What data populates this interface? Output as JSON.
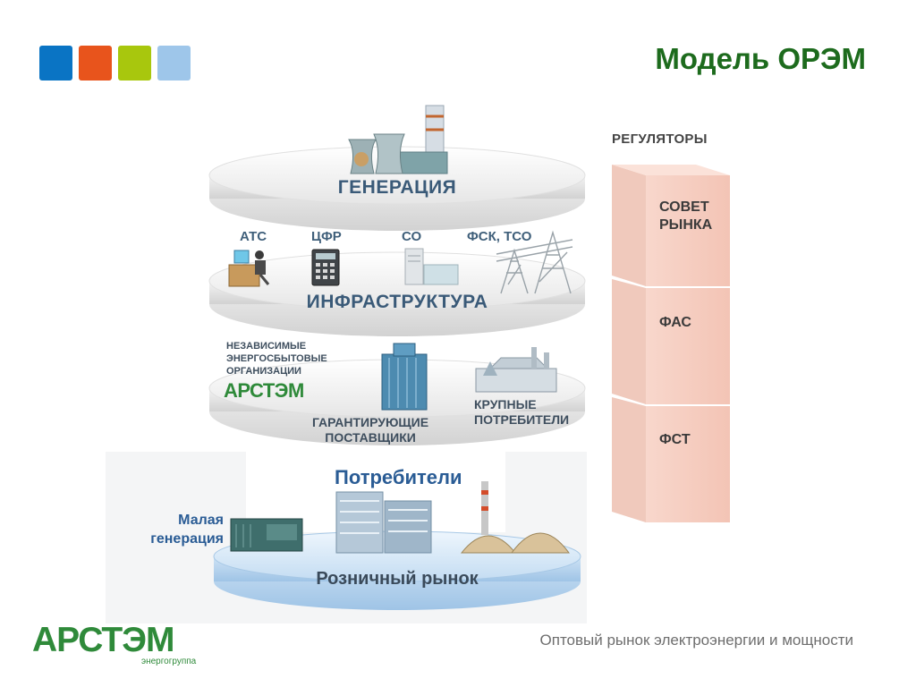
{
  "header": {
    "title": "Модель ОРЭМ",
    "squares": [
      "#0a74c4",
      "#e8541c",
      "#a8c70d",
      "#9ec6ea"
    ]
  },
  "diagram": {
    "generation": {
      "label": "ГЕНЕРАЦИЯ"
    },
    "infrastructure": {
      "label": "ИНФРАСТРУКТУРА",
      "items": [
        "АТС",
        "ЦФР",
        "СО",
        "ФСК, ТСО"
      ]
    },
    "sales": {
      "independent": [
        "НЕЗАВИСИМЫЕ",
        "ЭНЕРГОСБЫТОВЫЕ",
        "ОРГАНИЗАЦИИ"
      ],
      "brand": "АРСТЭМ",
      "guarantee": [
        "ГАРАНТИРУЮЩИЕ",
        "ПОСТАВЩИКИ"
      ],
      "large": [
        "КРУПНЫЕ",
        "ПОТРЕБИТЕЛИ"
      ]
    },
    "retail": {
      "consumers": "Потребители",
      "small_gen": [
        "Малая",
        "генерация"
      ],
      "label": "Розничный рынок"
    }
  },
  "regulators": {
    "title": "РЕГУЛЯТОРЫ",
    "blocks": [
      {
        "lines": [
          "СОВЕТ",
          "РЫНКА"
        ]
      },
      {
        "lines": [
          "ФАС"
        ]
      },
      {
        "lines": [
          "ФСТ"
        ]
      }
    ]
  },
  "footer": {
    "text": "Оптовый рынок  электроэнергии и мощности",
    "logo": "АРСТЭМ",
    "logo_sub": "энергогруппа"
  }
}
